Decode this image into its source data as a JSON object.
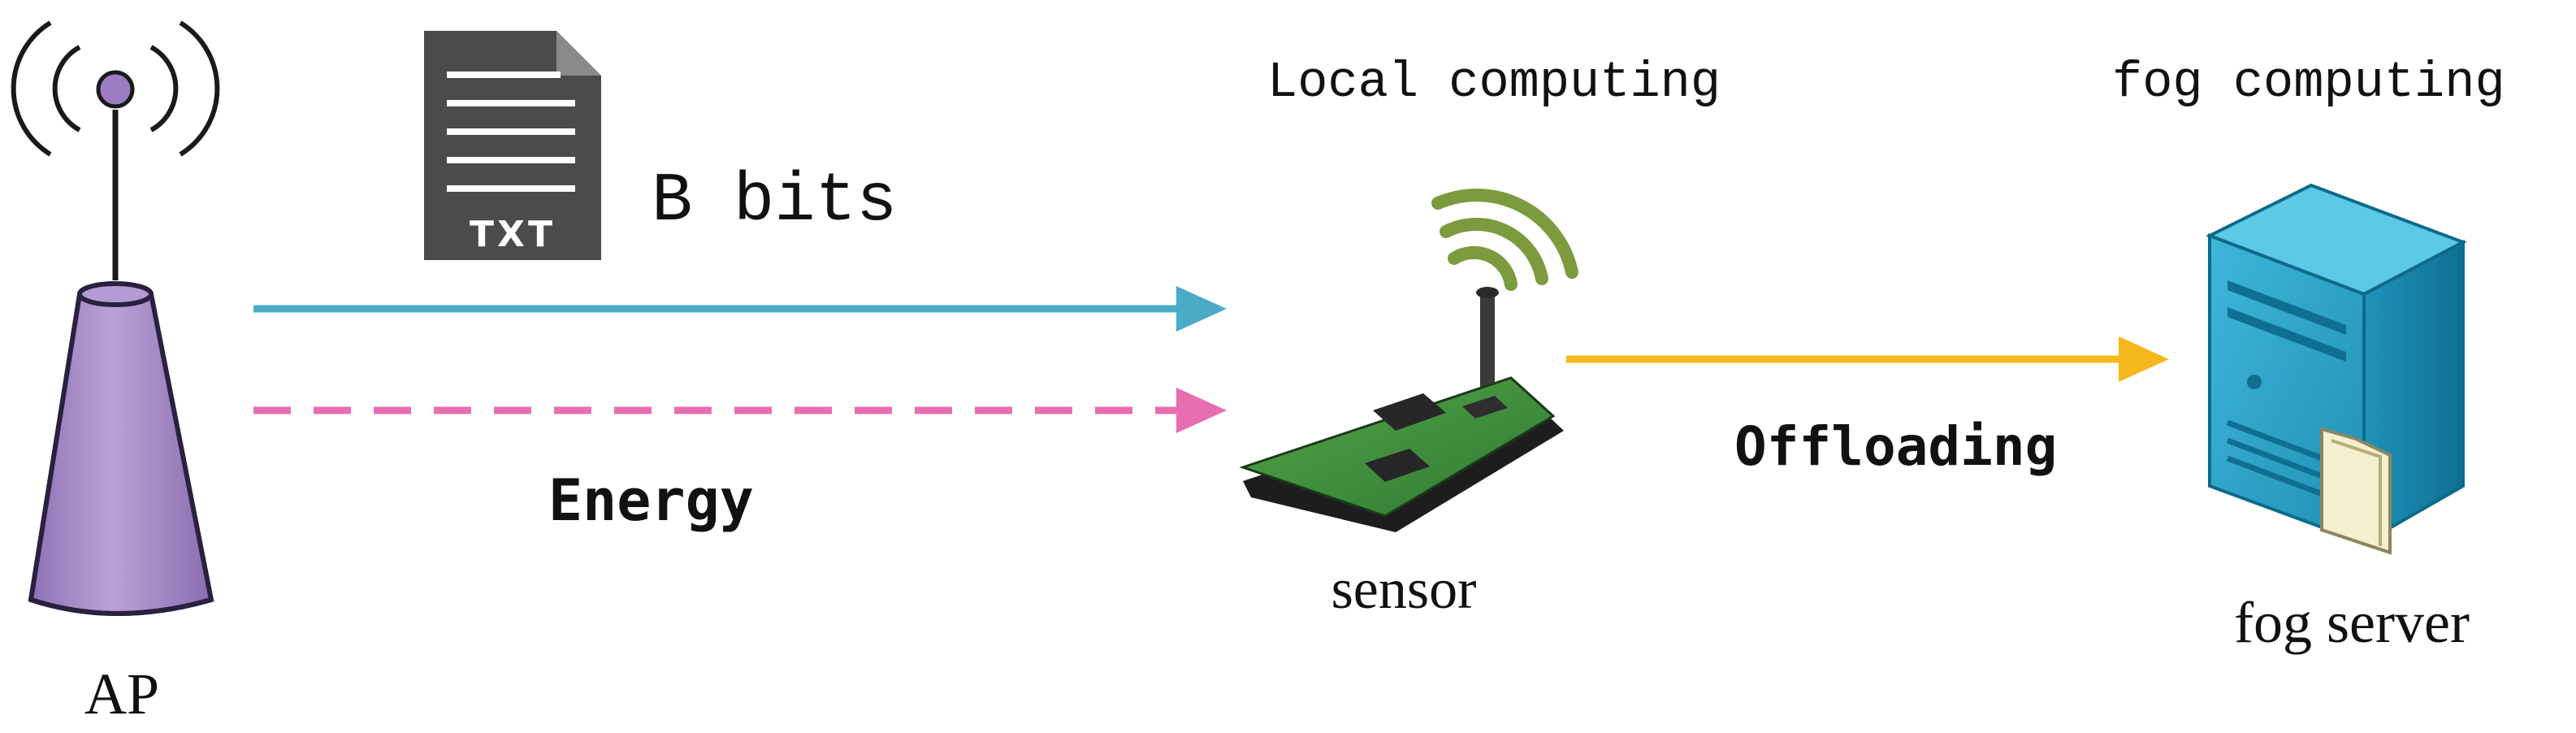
{
  "labels": {
    "ap": "AP",
    "file_badge": "TXT",
    "data_size": "B bits",
    "energy": "Energy",
    "local_computing": "Local computing",
    "sensor": "sensor",
    "offloading": "Offloading",
    "fog_computing": "fog computing",
    "fog_server": "fog server"
  },
  "icons": {
    "access_point": "access-point-icon",
    "document": "txt-document-icon",
    "sensor": "sensor-board-icon",
    "server": "server-tower-icon"
  },
  "colors": {
    "ap_body": "#a990c8",
    "data_arrow": "#4aabc7",
    "energy_arrow": "#e76fb1",
    "offload_arrow": "#f5b81c",
    "sensor_board": "#3e8a3c",
    "wifi_signal": "#7c9b3e",
    "server_body": "#22a0c5"
  }
}
